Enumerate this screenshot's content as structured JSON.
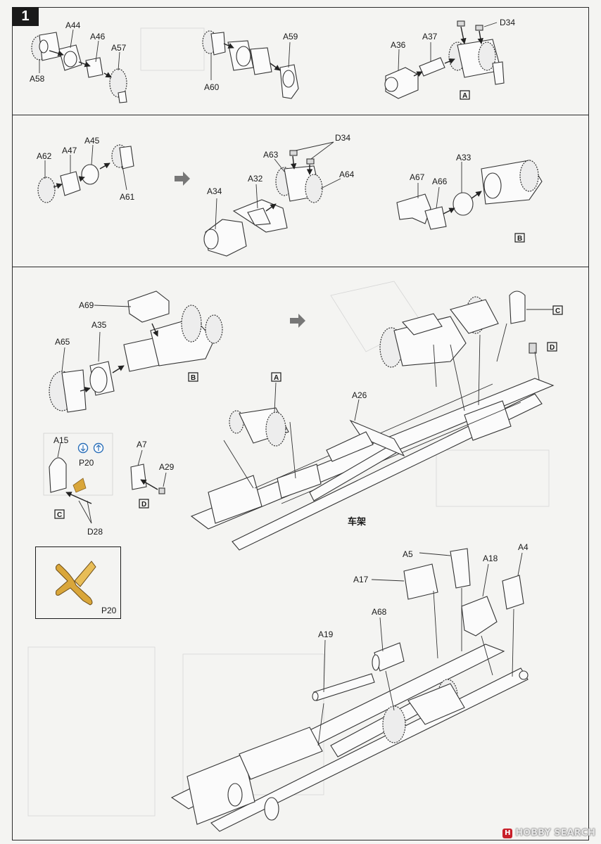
{
  "step": {
    "number": "1"
  },
  "panel1": {
    "labels": [
      "A44",
      "A46",
      "A57",
      "A58",
      "A59",
      "A60",
      "A36",
      "A37",
      "D34"
    ],
    "subassembly": "A"
  },
  "panel2": {
    "labels": [
      "A62",
      "A47",
      "A45",
      "A61",
      "A63",
      "D34",
      "A64",
      "A34",
      "A32",
      "A67",
      "A66",
      "A33"
    ],
    "subassembly": "B"
  },
  "panel3": {
    "labels": [
      "A69",
      "A35",
      "A65",
      "A26",
      "A15",
      "P20",
      "A7",
      "A29",
      "D28",
      "A5",
      "A18",
      "A4",
      "A17",
      "A68",
      "A19"
    ],
    "refs": {
      "B": "B",
      "A": "A",
      "C": "C",
      "D": "D",
      "C2": "C",
      "D2": "D"
    },
    "chassis_label": "车架",
    "detail_label": "P20"
  },
  "watermark": {
    "text": "HOBBY SEARCH",
    "logo": "H"
  },
  "colors": {
    "ink": "#1a1a1a",
    "photoetch": "#d9a63a",
    "info_blue": "#2a6fb8"
  }
}
